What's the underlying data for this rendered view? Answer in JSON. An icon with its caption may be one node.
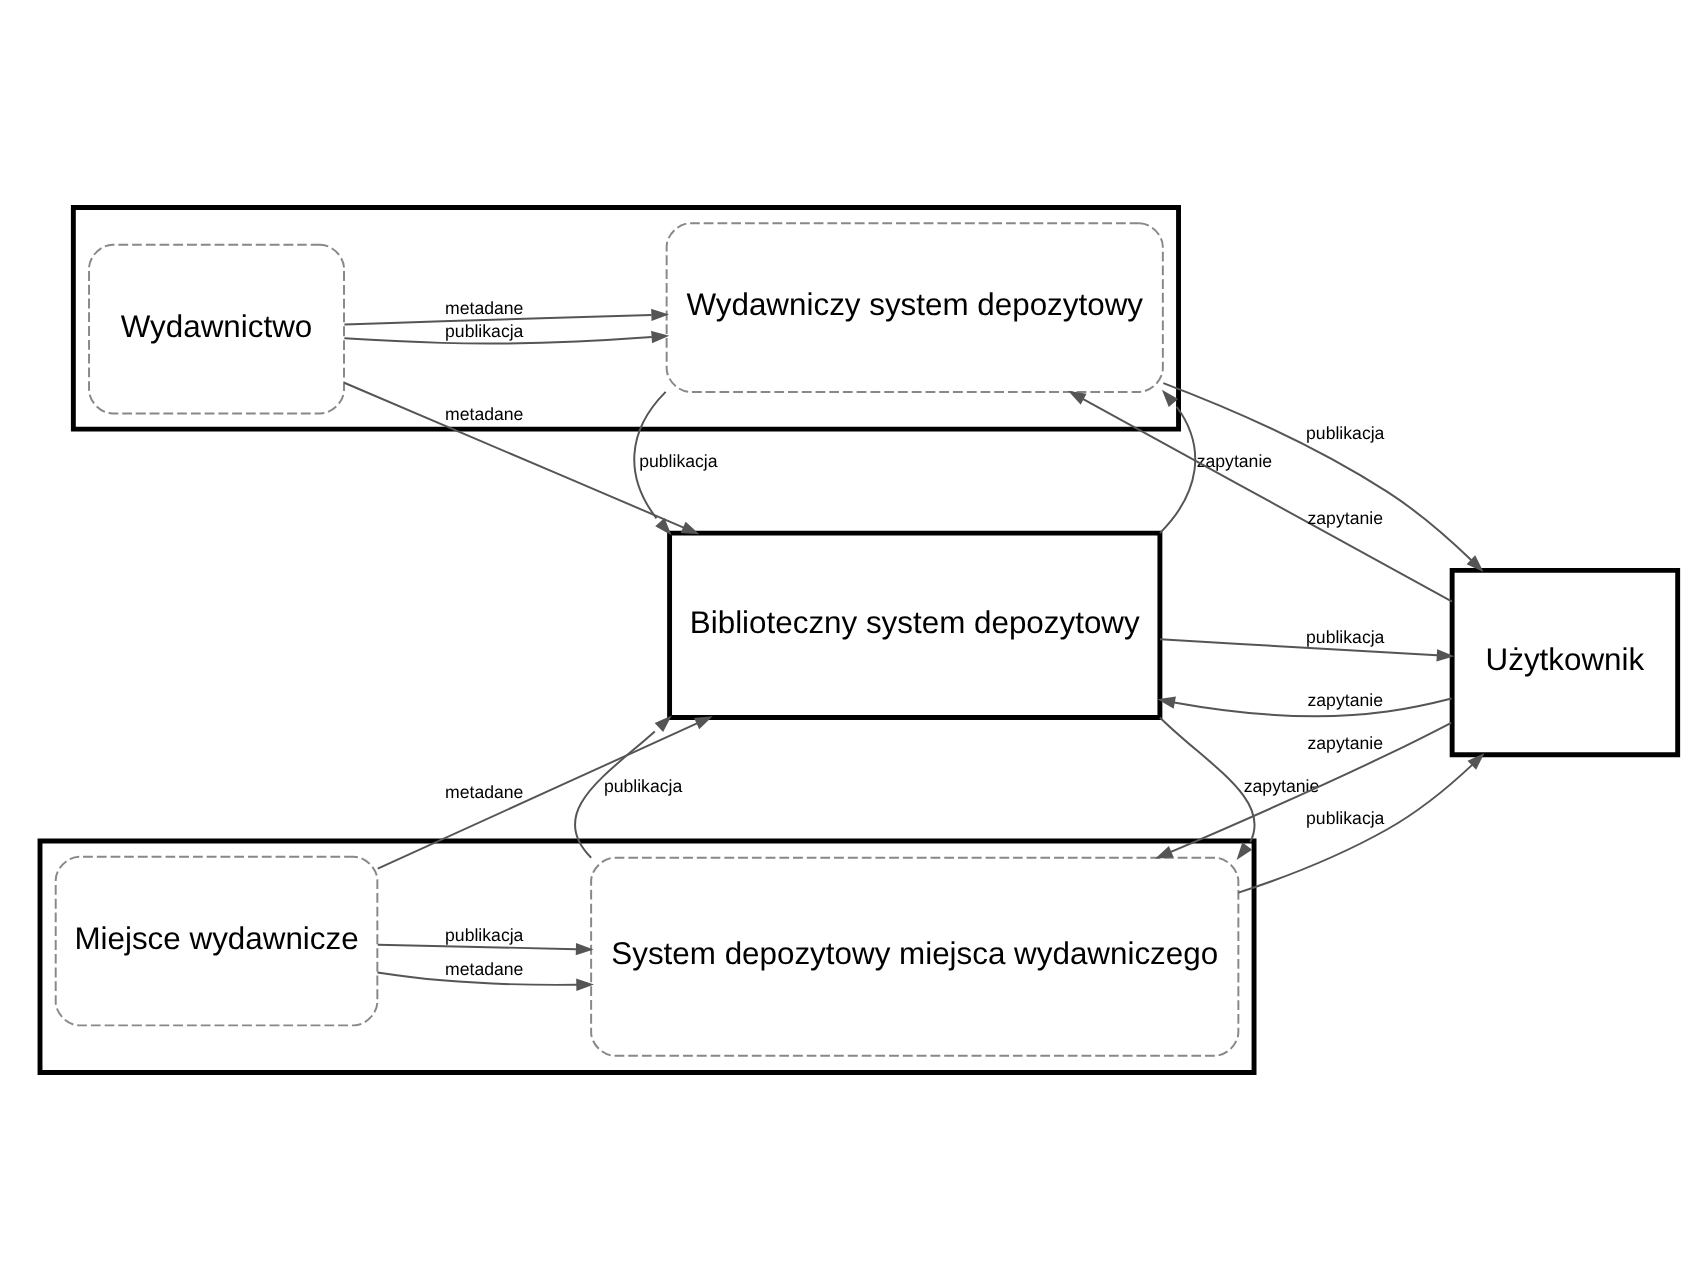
{
  "diagram": {
    "nodes": [
      {
        "text": [],
        "shape": "box"
      },
      {
        "text": [
          "Wydawnictwo"
        ],
        "in": 0
      },
      {
        "text": [
          "Wydawniczy system depozytowy"
        ],
        "in": 0
      },
      {
        "text": [
          "Biblioteczny system depozytowy"
        ]
      },
      {
        "text": [
          "Użytkownik"
        ]
      },
      {
        "text": [],
        "shape": "box"
      },
      {
        "text": [
          "Miejsce wydawnicze"
        ],
        "in": 5
      },
      {
        "text": [
          "System depozytowy miejsca wydawniczego"
        ],
        "in": 5
      }
    ],
    "edges": [
      {
        "from": 1,
        "to": 2,
        "arrow": "to",
        "label": "publikacja"
      },
      {
        "from": 1,
        "to": 2,
        "arrow": "to",
        "label": "metadane"
      },
      {
        "from": 1,
        "to": 3,
        "arrow": "to",
        "label": "metadane"
      },
      {
        "from": 2,
        "to": 3,
        "arrow": "to",
        "label": "publikacja"
      },
      {
        "from": 3,
        "to": 2,
        "arrow": "to",
        "label": "zapytanie"
      },
      {
        "from": 4,
        "to": 2,
        "arrow": "to",
        "label": "zapytanie"
      },
      {
        "from": 2,
        "to": 4,
        "arrow": "to",
        "label": "publikacja"
      },
      {
        "from": 4,
        "to": 3,
        "arrow": "to",
        "label": "zapytanie"
      },
      {
        "from": 3,
        "to": 4,
        "arrow": "to",
        "label": "publikacja"
      },
      {
        "from": 6,
        "to": 3,
        "arrow": "to",
        "label": "metadane"
      },
      {
        "from": 6,
        "to": 7,
        "arrow": "to",
        "label": "metadane"
      },
      {
        "from": 6,
        "to": 7,
        "arrow": "to",
        "label": "publikacja"
      },
      {
        "from": 7,
        "to": 3,
        "arrow": "to",
        "label": "publikacja"
      },
      {
        "from": 3,
        "to": 7,
        "arrow": "to",
        "label": "zapytanie"
      },
      {
        "from": 4,
        "to": 7,
        "arrow": "to",
        "label": "zapytanie"
      },
      {
        "from": 7,
        "to": 4,
        "arrow": "to",
        "label": "publikacja"
      }
    ]
  }
}
